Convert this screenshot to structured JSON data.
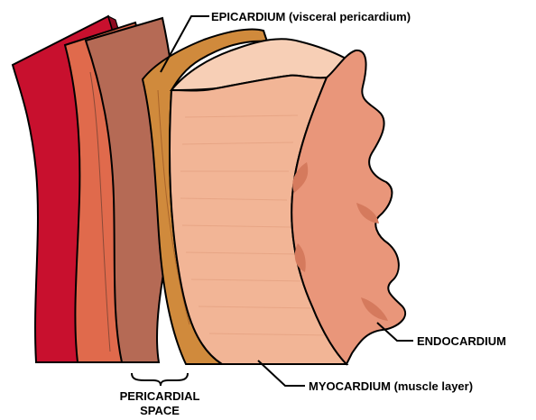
{
  "labels": {
    "epicardium": "EPICARDIUM (visceral pericardium)",
    "endocardium": "ENDOCARDIUM",
    "myocardium": "MYOCARDIUM (muscle layer)",
    "pericardial_space_line1": "PERICARDIAL",
    "pericardial_space_line2": "SPACE"
  },
  "colors": {
    "fibrous_pericardium": "#c8102e",
    "parietal_layer": "#e06a4c",
    "pericardial_wall": "#b56a55",
    "epicardium": "#d08a3c",
    "myocardium": "#f2b596",
    "endocardium": "#e9967a",
    "outline": "#000000"
  }
}
